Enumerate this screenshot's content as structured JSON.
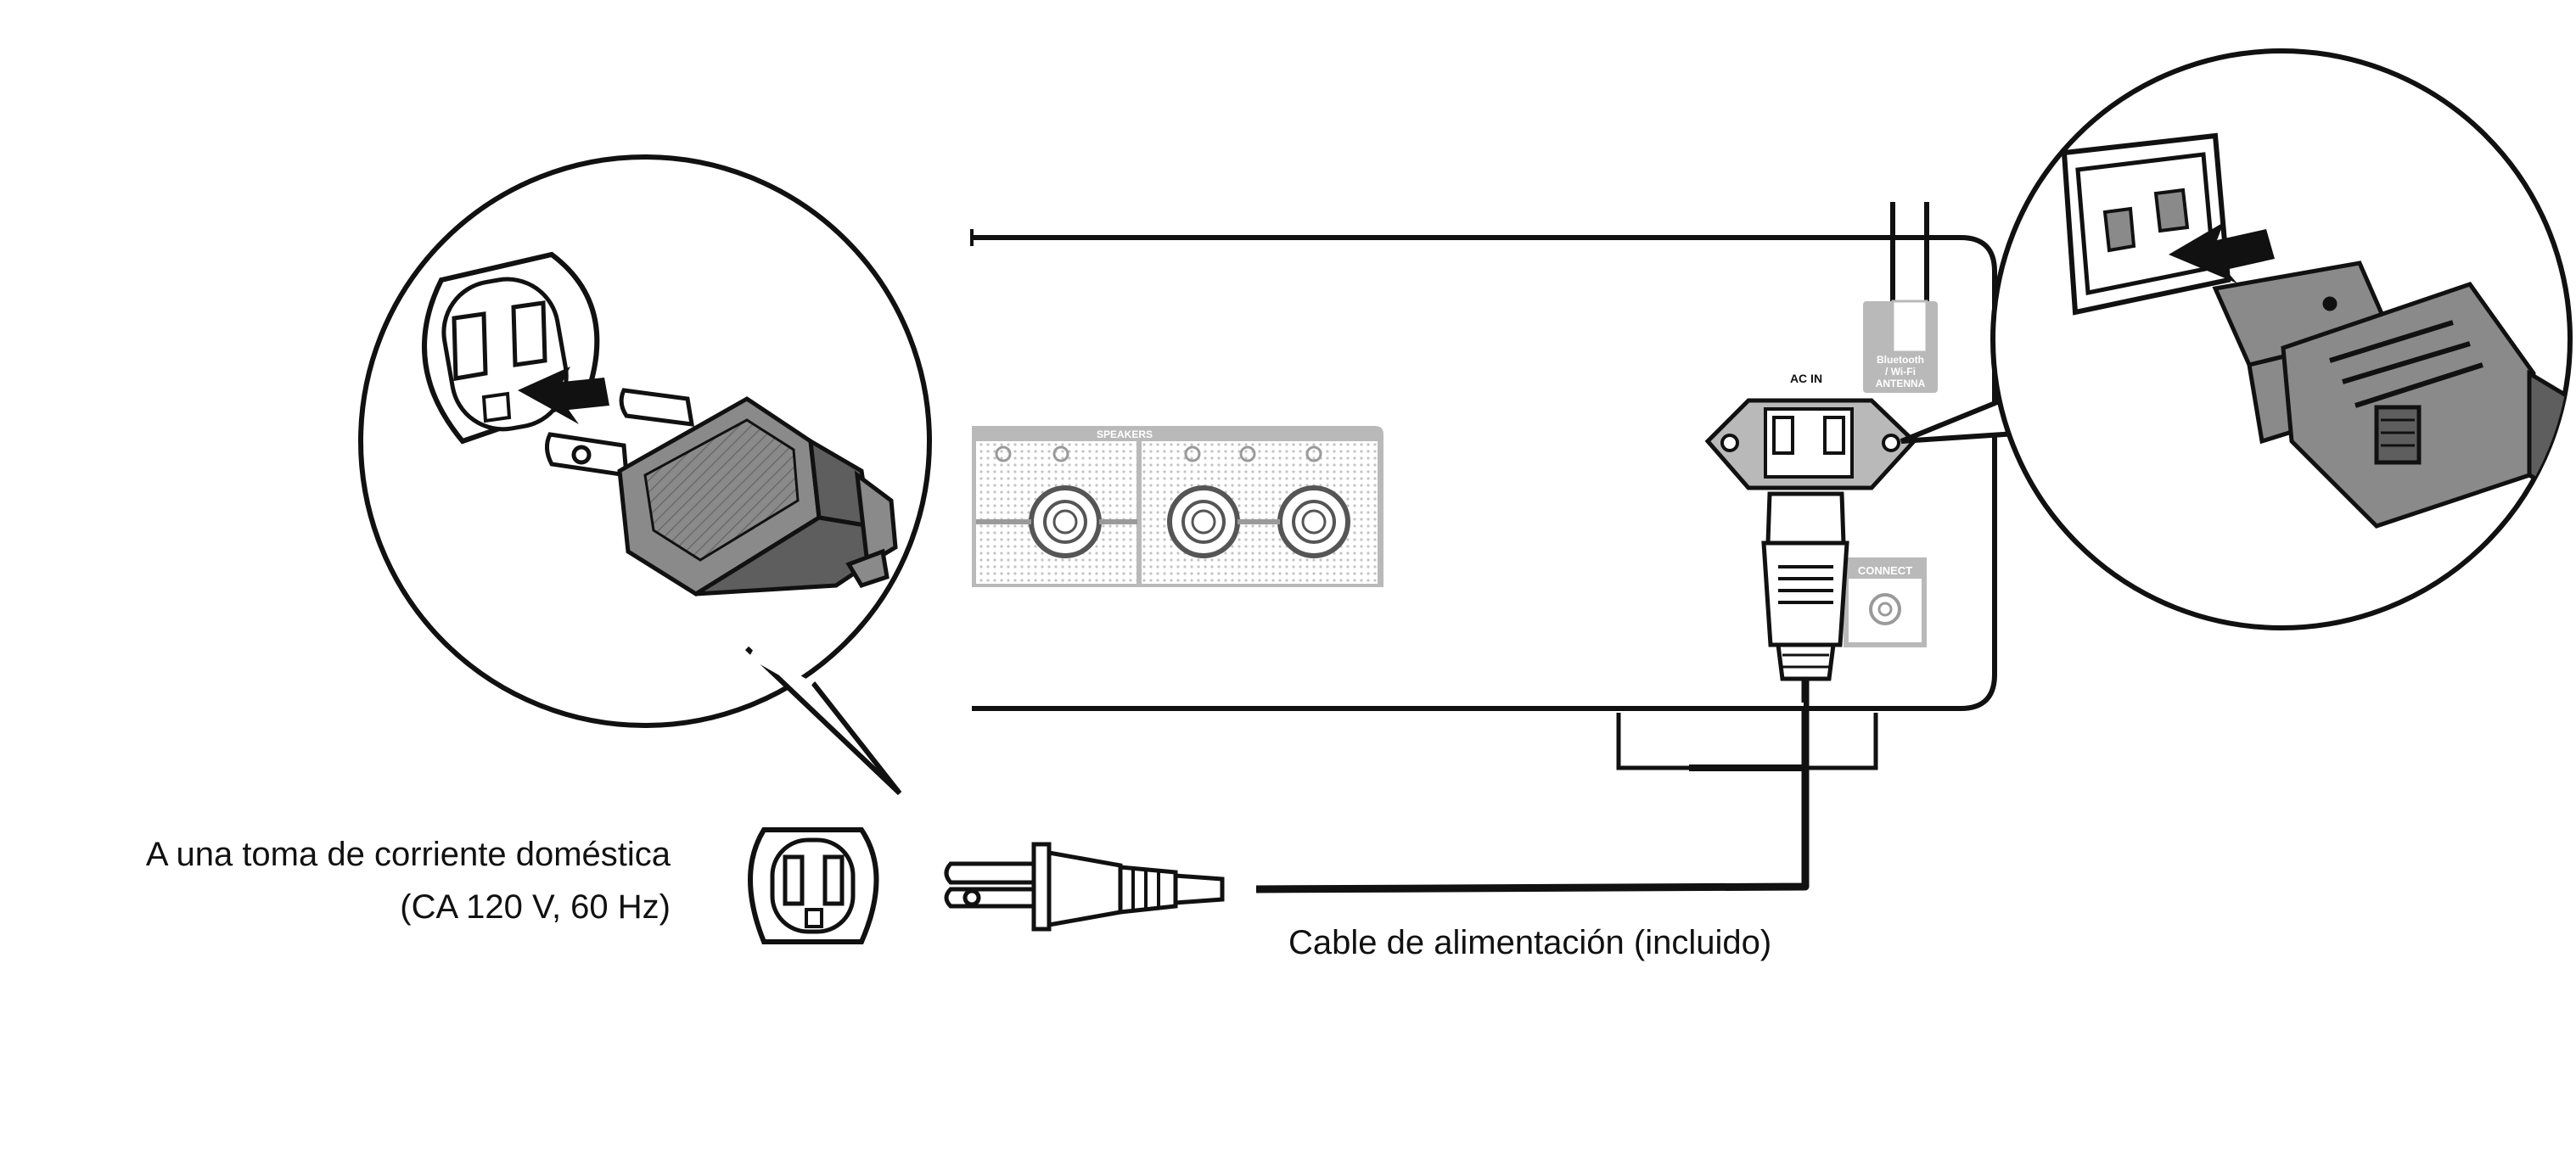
{
  "captions": {
    "outlet_line_1": "A una toma de corriente doméstica",
    "outlet_line_2": "(CA 120 V, 60 Hz)",
    "cable": "Cable de alimentación (incluido)"
  },
  "panel_labels": {
    "speakers": "SPEAKERS",
    "ac_in": "AC IN",
    "antenna_1": "Bluetooth",
    "antenna_2": "/ Wi-Fi",
    "antenna_3": "ANTENNA",
    "connect": "CONNECT"
  },
  "colors": {
    "line": "#111111",
    "plug_fill": "#8a8a8a",
    "plug_dark": "#5e5e5e",
    "panel_grey": "#b9b9b9",
    "label_white": "#ffffff"
  },
  "icons": [
    "wall-outlet-icon",
    "power-plug-icon",
    "arrow-icon",
    "iec-connector-icon"
  ]
}
